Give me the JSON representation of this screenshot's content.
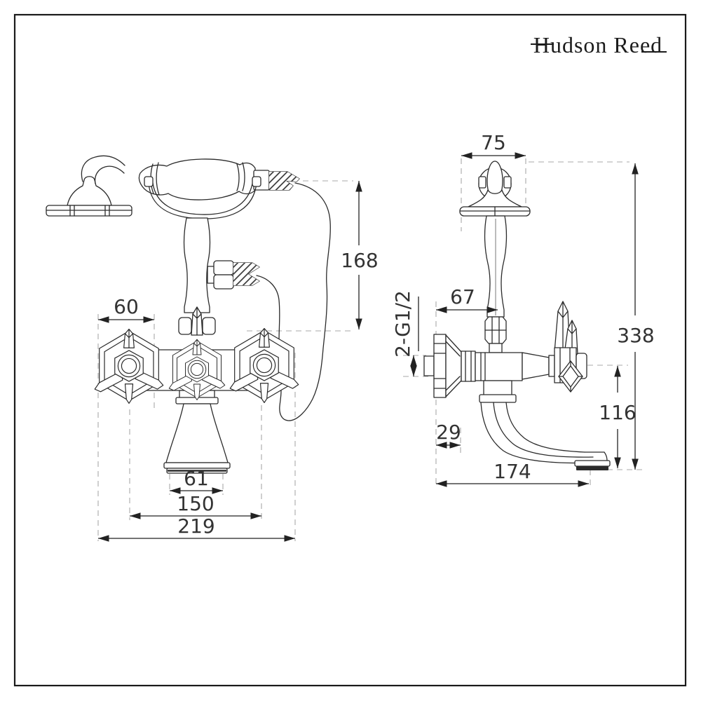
{
  "brand": {
    "logo_text": "Hudson Reed"
  },
  "colors": {
    "background": "#ffffff",
    "border": "#1a1a1a",
    "line": "#2b2b2b",
    "dimension_text": "#333333",
    "extension_dash": "#a8a8a8"
  },
  "drawing": {
    "subject": "bath shower mixer tap with handset, front and side elevation",
    "views": [
      "front elevation",
      "side elevation"
    ]
  },
  "views": {
    "front": {
      "dimensions": {
        "handle_width": "60",
        "hose_drop": "168",
        "spout_base_width": "61",
        "handle_spacing": "150",
        "overall_width": "219"
      }
    },
    "side": {
      "dimensions": {
        "cradle_width": "75",
        "wall_to_column_center": "67",
        "inlet_thread": "2-G1/2",
        "wall_to_flange": "29",
        "wall_to_spout_end": "174",
        "handle_to_spout_drop": "116",
        "overall_height": "338"
      }
    }
  }
}
